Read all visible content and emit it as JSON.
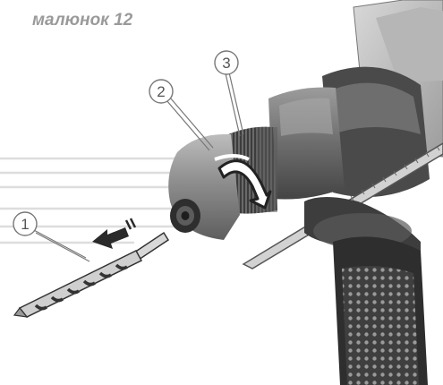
{
  "caption": "малюнок 12",
  "callouts": [
    {
      "id": "1",
      "label": "1"
    },
    {
      "id": "2",
      "label": "2"
    },
    {
      "id": "3",
      "label": "3"
    }
  ],
  "colors": {
    "body_dark": "#3d3d3d",
    "body_mid": "#5a5a5a",
    "chuck_light": "#9a9a9a",
    "housing_light": "#c8c8c8",
    "line": "#d9d9d9",
    "arrow": "#333333"
  }
}
